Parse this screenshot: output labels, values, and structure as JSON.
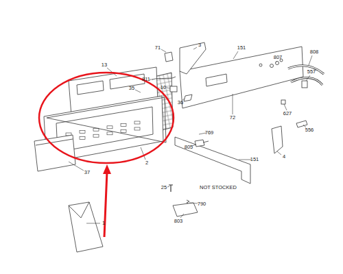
{
  "diagram": {
    "labels": [
      "13",
      "71",
      "3",
      "151",
      "807",
      "808",
      "811",
      "35",
      "10",
      "36",
      "72",
      "557",
      "627",
      "769",
      "556",
      "805",
      "37",
      "2",
      "151",
      "4",
      "25",
      "790",
      "NOT STOCKED",
      "803",
      "1"
    ]
  }
}
